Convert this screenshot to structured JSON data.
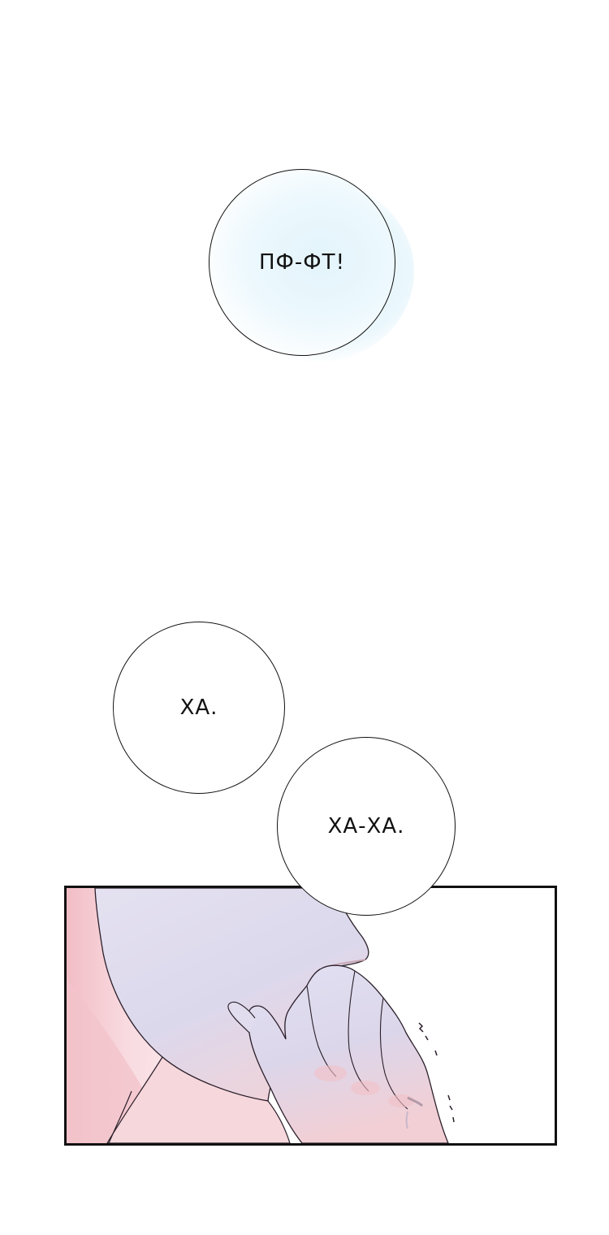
{
  "bubbles": {
    "pfft": "ПФ-ФТ!",
    "ha": "ХА.",
    "haha": "ХА-ХА."
  },
  "colors": {
    "ink": "#111111",
    "skin_light": "#dcd8ec",
    "skin_pink": "#f4c9cc",
    "bubble_tint": "#e3f4fb"
  }
}
